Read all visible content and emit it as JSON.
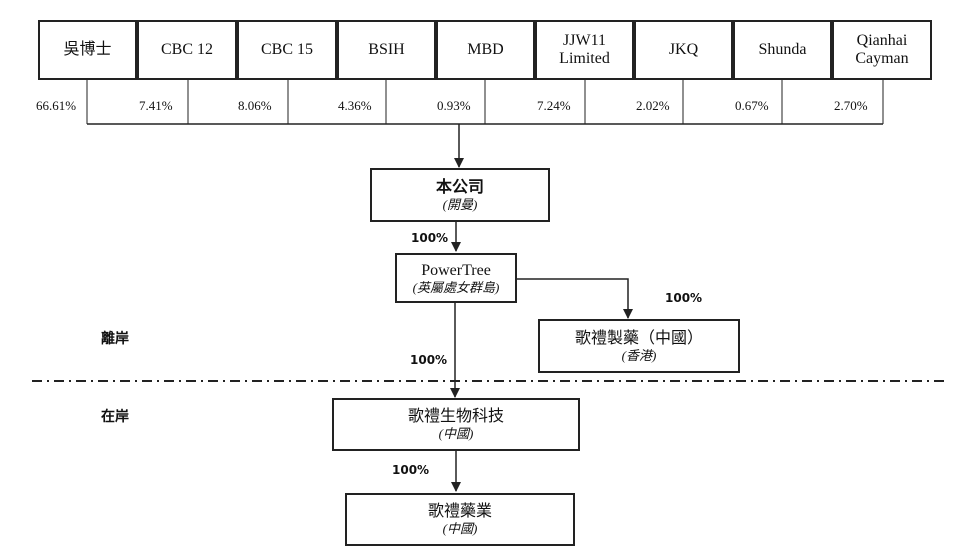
{
  "shareholders": [
    {
      "name": "吳博士",
      "pct": "66.61%"
    },
    {
      "name": "CBC 12",
      "pct": "7.41%"
    },
    {
      "name": "CBC 15",
      "pct": "8.06%"
    },
    {
      "name": "BSIH",
      "pct": "4.36%"
    },
    {
      "name": "MBD",
      "pct": "0.93%"
    },
    {
      "name": "JJW11\nLimited",
      "pct": "7.24%"
    },
    {
      "name": "JKQ",
      "pct": "2.02%"
    },
    {
      "name": "Shunda",
      "pct": "0.67%"
    },
    {
      "name": "Qianhai\nCayman",
      "pct": "2.70%"
    }
  ],
  "company": {
    "title": "本公司",
    "sub": "(開曼)"
  },
  "powertree": {
    "title": "PowerTree",
    "sub": "(英屬處女群島)"
  },
  "gl_hk": {
    "title": "歌禮製藥（中國）",
    "sub": "(香港)"
  },
  "gl_bio": {
    "title": "歌禮生物科技",
    "sub": "(中國)"
  },
  "gl_pharma": {
    "title": "歌禮藥業",
    "sub": "(中國)"
  },
  "labels": {
    "pct_company_powertree": "100%",
    "pct_powertree_hk": "100%",
    "pct_powertree_bio": "100%",
    "pct_bio_pharma": "100%",
    "offshore": "離岸",
    "onshore": "在岸"
  }
}
